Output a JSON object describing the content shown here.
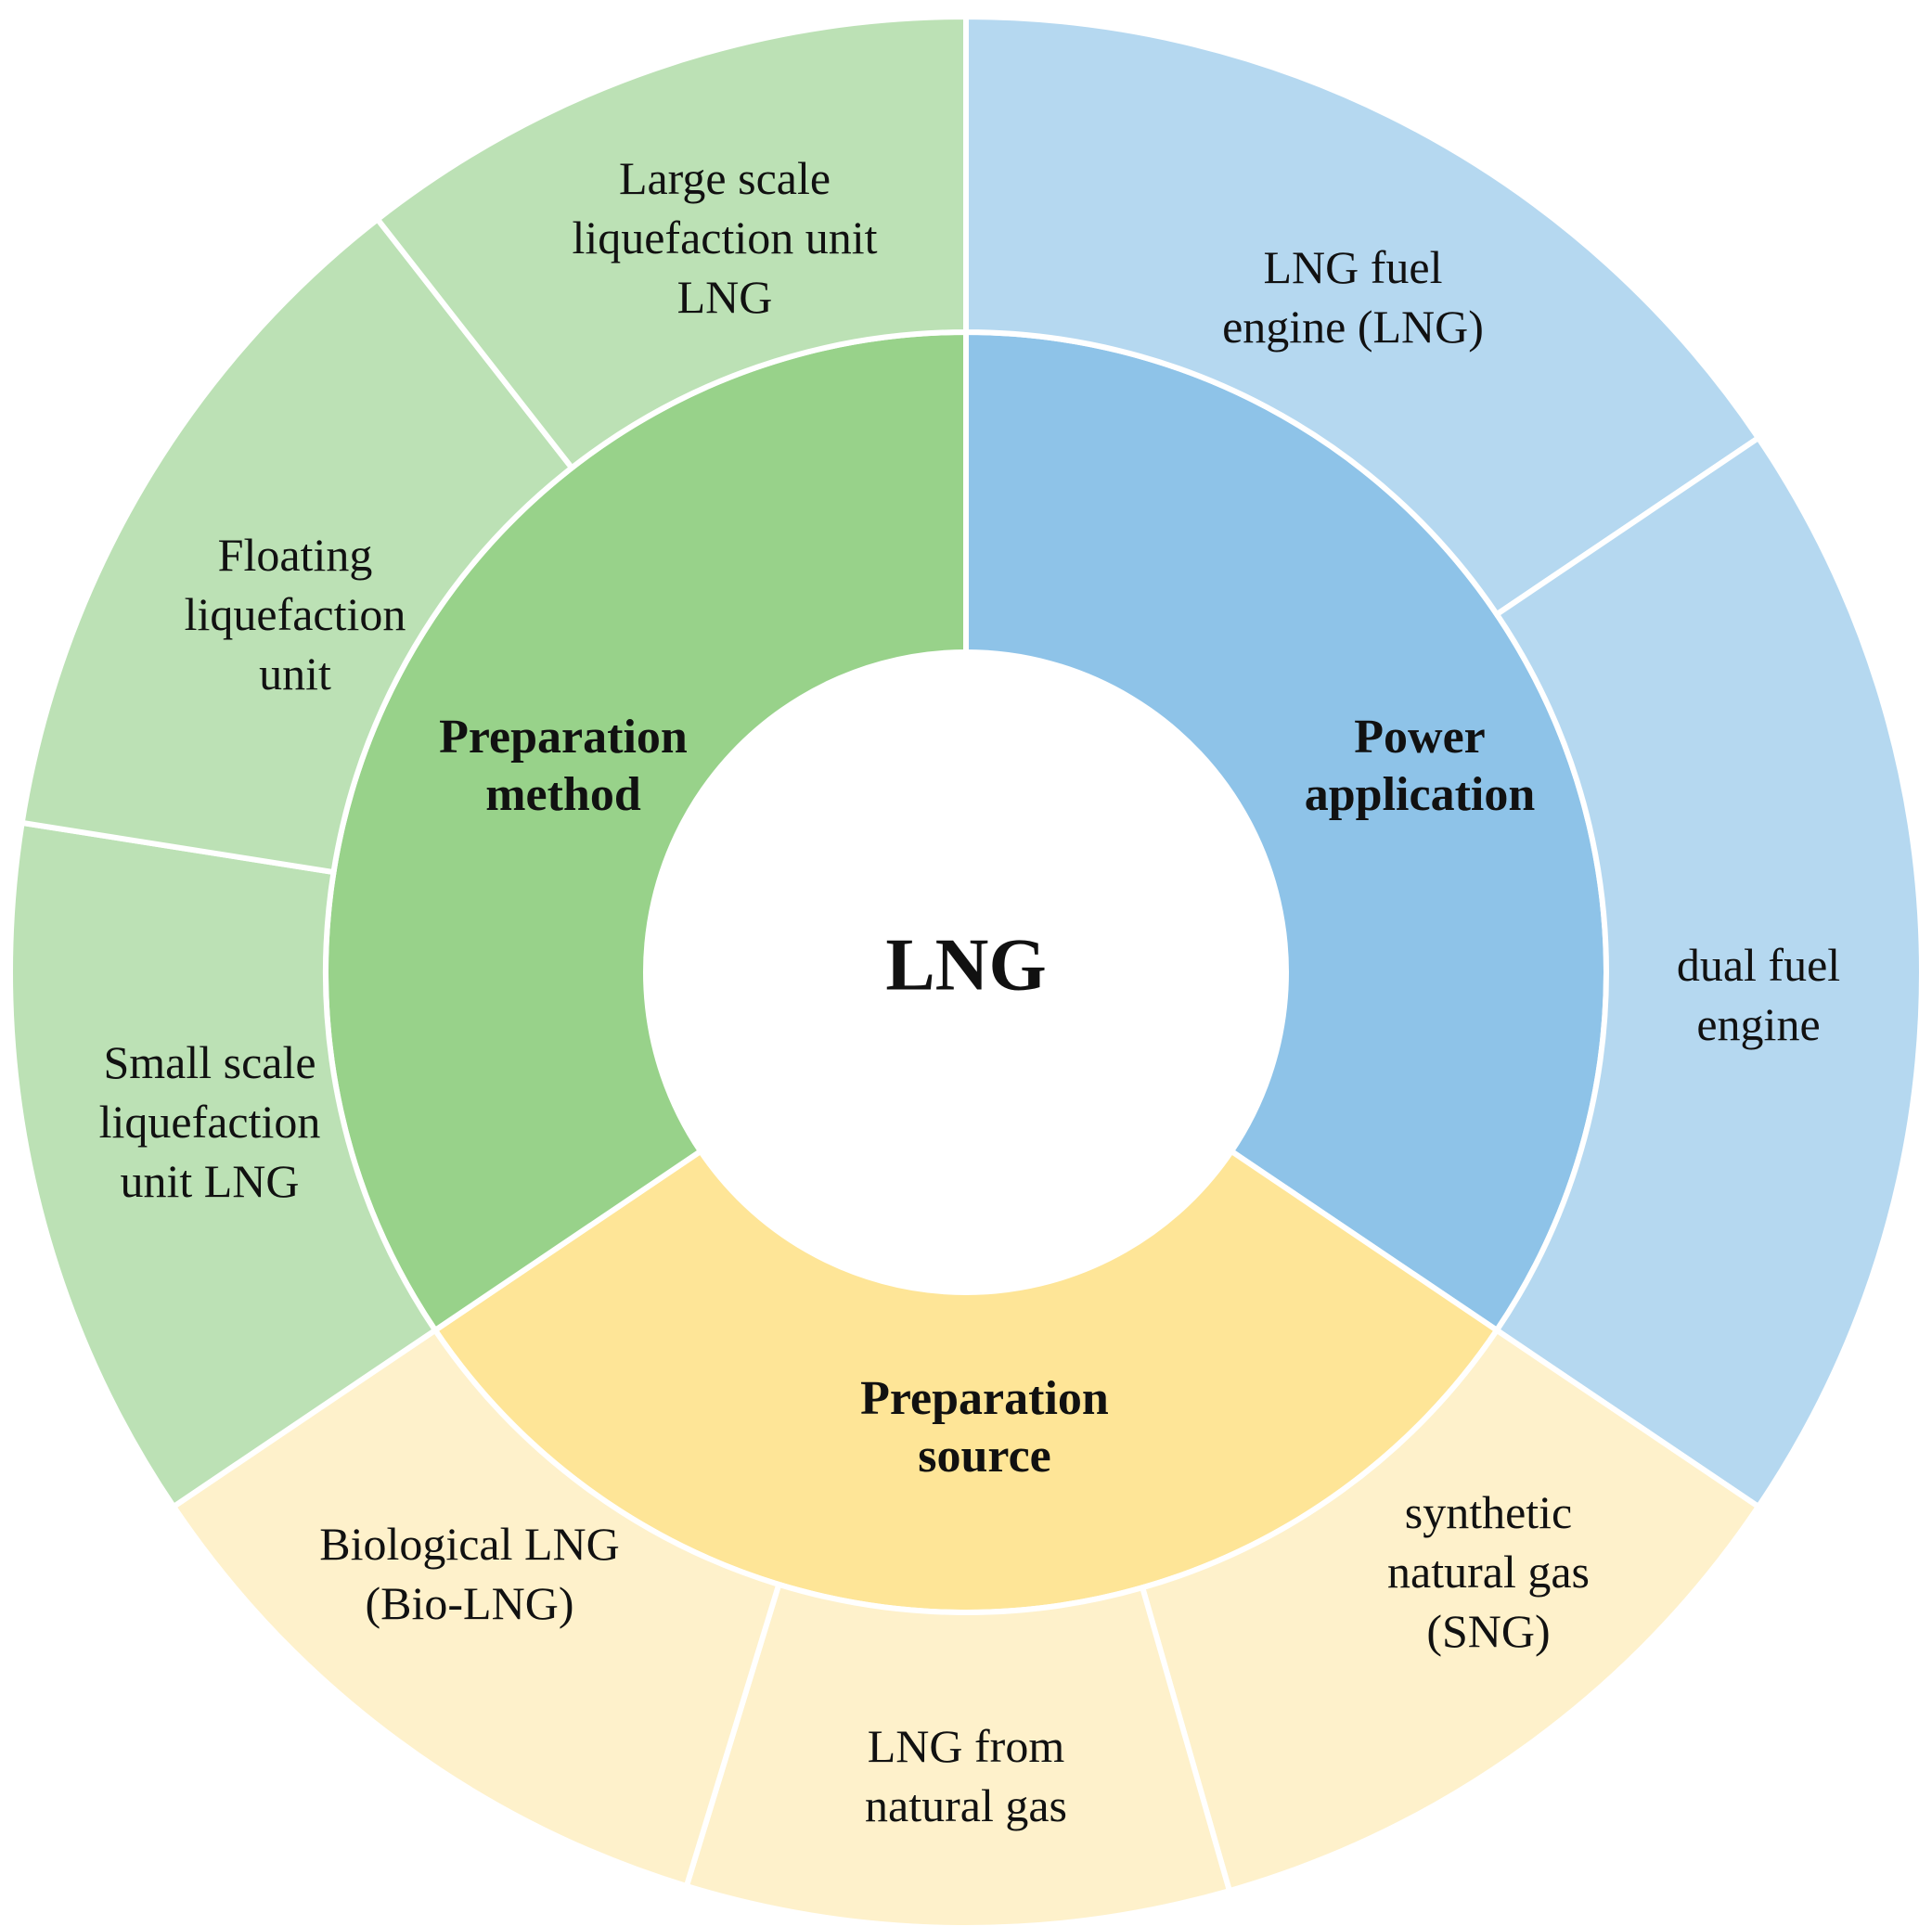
{
  "center": {
    "label": "LNG"
  },
  "colors": {
    "green_inner": "#98D28A",
    "green_outer": "#BCE1B5",
    "blue_inner": "#8EC3E8",
    "blue_outer": "#B5D8F0",
    "yellow_inner": "#FEE597",
    "yellow_outer": "#FEF1CB",
    "separator": "#FFFFFF"
  },
  "categories": [
    {
      "key": "power",
      "lines": [
        "Power",
        "application"
      ],
      "color": "blue",
      "items": [
        {
          "lines": [
            "LNG fuel",
            "engine (LNG)"
          ]
        },
        {
          "lines": [
            "dual fuel",
            "engine"
          ]
        }
      ]
    },
    {
      "key": "source",
      "lines": [
        "Preparation",
        "source"
      ],
      "color": "yellow",
      "items": [
        {
          "lines": [
            "synthetic",
            "natural gas",
            "(SNG)"
          ]
        },
        {
          "lines": [
            "LNG from",
            "natural gas"
          ]
        },
        {
          "lines": [
            "Biological LNG",
            "(Bio-LNG)"
          ]
        }
      ]
    },
    {
      "key": "method",
      "lines": [
        "Preparation",
        "method"
      ],
      "color": "green",
      "items": [
        {
          "lines": [
            "Small scale",
            "liquefaction",
            "unit LNG"
          ]
        },
        {
          "lines": [
            "Floating",
            "liquefaction",
            "unit"
          ]
        },
        {
          "lines": [
            "Large scale",
            "liquefaction unit",
            "LNG"
          ]
        }
      ]
    }
  ]
}
